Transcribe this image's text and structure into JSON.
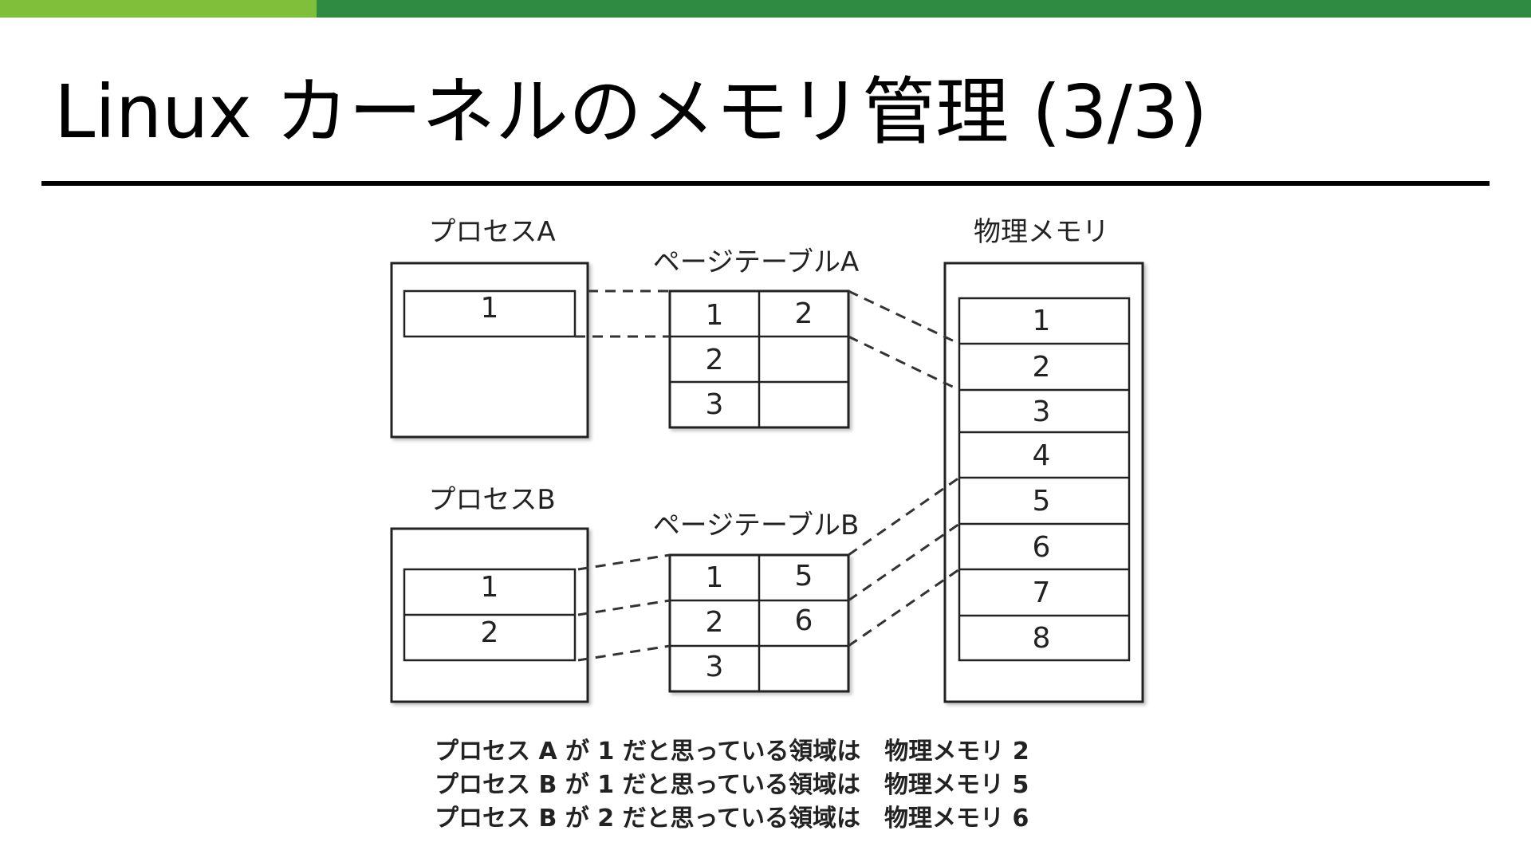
{
  "colors": {
    "accent_light": "#7fbf3a",
    "accent_dark": "#2e8b41"
  },
  "title": "Linux カーネルのメモリ管理 (3/3)",
  "diagram": {
    "process_a": {
      "label": "プロセスA",
      "cells": [
        "1"
      ]
    },
    "page_table_a": {
      "label": "ページテーブルA",
      "rows": [
        [
          "1",
          "2"
        ],
        [
          "2",
          ""
        ],
        [
          "3",
          ""
        ]
      ]
    },
    "process_b": {
      "label": "プロセスB",
      "cells": [
        "1",
        "2"
      ]
    },
    "page_table_b": {
      "label": "ページテーブルB",
      "rows": [
        [
          "1",
          "5"
        ],
        [
          "2",
          "6"
        ],
        [
          "3",
          ""
        ]
      ]
    },
    "physical_memory": {
      "label": "物理メモリ",
      "cells": [
        "1",
        "2",
        "3",
        "4",
        "5",
        "6",
        "7",
        "8"
      ]
    }
  },
  "captions": [
    "プロセス A が 1 だと思っている領域は　物理メモリ 2",
    "プロセス B が 1 だと思っている領域は　物理メモリ 5",
    "プロセス B が 2 だと思っている領域は　物理メモリ 6"
  ]
}
